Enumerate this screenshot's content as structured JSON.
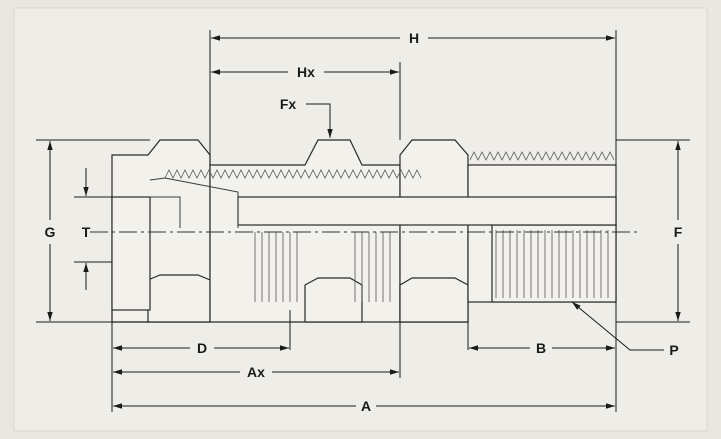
{
  "labels": {
    "H": "H",
    "Hx": "Hx",
    "Fx": "Fx",
    "G": "G",
    "T": "T",
    "F": "F",
    "D": "D",
    "Ax": "Ax",
    "A": "A",
    "B": "B",
    "P": "P"
  }
}
